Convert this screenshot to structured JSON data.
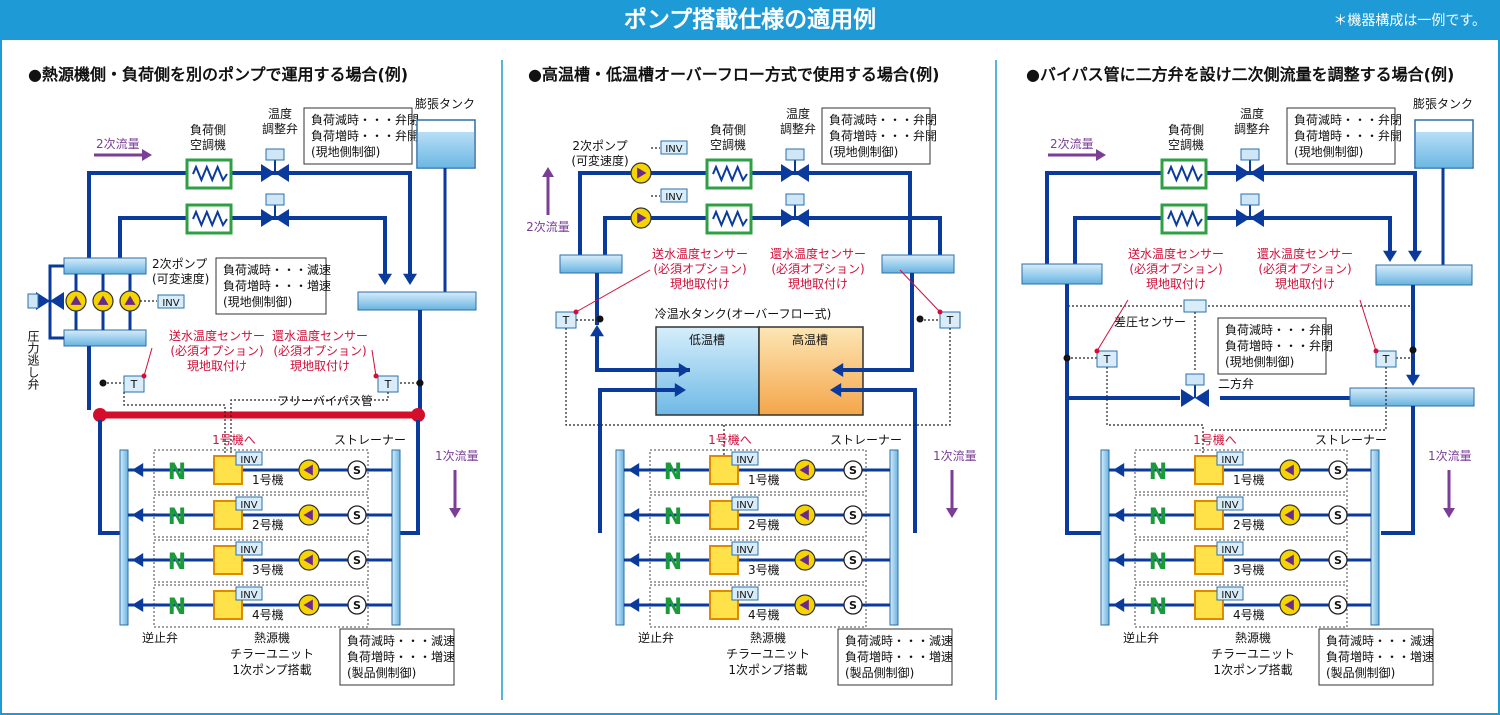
{
  "header": {
    "title": "ポンプ搭載仕様の適用例",
    "note": "＊機器構成は一例です。"
  },
  "colors": {
    "header": "#1e9bd7",
    "pipe": "#0a3a9c",
    "sensor_text": "#d0103a",
    "flow_arrow": "#7a3e96",
    "pump_fill": "#f5d400",
    "coil_border": "#2ea043",
    "chiller_fill": "#ffe24a"
  },
  "common": {
    "inv": "INV",
    "t": "T",
    "s": "S",
    "n": "N",
    "supply_sensor": [
      "送水温度センサー",
      "(必須オプション)",
      "現地取付け"
    ],
    "return_sensor": [
      "還水温度センサー",
      "(必須オプション)",
      "現地取付け"
    ],
    "load_unit": [
      "負荷側",
      "空調機"
    ],
    "temp_valve": [
      "温度",
      "調整弁"
    ],
    "valve_note": [
      "負荷減時・・・弁閉",
      "負荷増時・・・弁開",
      "(現地側制御)"
    ],
    "expansion_tank": "膨張タンク",
    "to_unit1": "1号機へ",
    "strainer": "ストレーナー",
    "flow2": "2次流量",
    "flow1": "1次流量",
    "units": [
      "1号機",
      "2号機",
      "3号機",
      "4号機"
    ],
    "check_valve": "逆止弁",
    "chiller_caption": [
      "熱源機",
      "チラーユニット",
      "1次ポンプ搭載"
    ],
    "chiller_note": [
      "負荷減時・・・減速",
      "負荷増時・・・増速",
      "(製品側制御)"
    ]
  },
  "panels": [
    {
      "heading": "●熱源機側・負荷側を別のポンプで運用する場合(例)",
      "pump_label": [
        "2次ポンプ",
        "(可変速度)"
      ],
      "pump_note": [
        "負荷減時・・・減速",
        "負荷増時・・・増速",
        "(現地側制御)"
      ],
      "relief_valve": "圧力逃し弁",
      "bypass": "フリーバイパス管"
    },
    {
      "heading": "●高温槽・低温槽オーバーフロー方式で使用する場合(例)",
      "pump_label": [
        "2次ポンプ",
        "(可変速度)"
      ],
      "tank_title": "冷温水タンク(オーバーフロー式)",
      "low_tank": "低温槽",
      "high_tank": "高温槽"
    },
    {
      "heading": "●バイパス管に二方弁を設け二次側流量を調整する場合(例)",
      "dp_sensor": "差圧センサー",
      "twoway_note": [
        "負荷減時・・・弁開",
        "負荷増時・・・弁閉",
        "(現地側制御)"
      ],
      "twoway_valve": "二方弁"
    }
  ]
}
